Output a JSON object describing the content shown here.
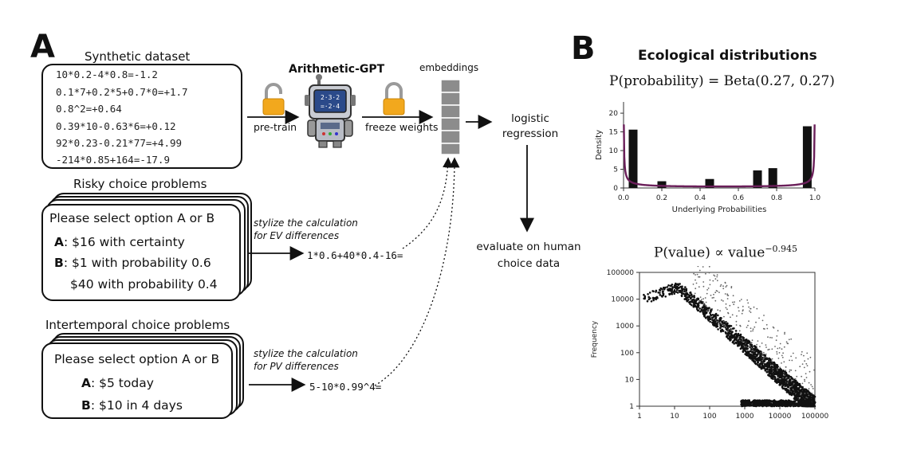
{
  "panel_a": {
    "letter": "A",
    "synthetic_title": "Synthetic dataset",
    "synthetic_lines": [
      "10*0.2-4*0.8=-1.2",
      "0.1*7+0.2*5+0.7*0=+1.7",
      "0.8^2=+0.64",
      "0.39*10-0.63*6=+0.12",
      "92*0.23-0.21*77=+4.99",
      "-214*0.85+164=-17.9"
    ],
    "pretrain_label": "pre-train",
    "model_name": "Arithmetic-GPT",
    "freeze_label": "freeze weights",
    "embeddings_label": "embeddings",
    "logreg_label": [
      "logistic",
      "regression"
    ],
    "evaluate_label": [
      "evaluate on human",
      "choice data"
    ],
    "risky_title": "Risky choice problems",
    "risky_prompt": "Please select option A or B",
    "risky_a_key": "A",
    "risky_a_text": ": $16 with certainty",
    "risky_b_key": "B",
    "risky_b_text": ": $1 with probability 0.6",
    "risky_b2_text": "$40 with probability 0.4",
    "risky_stylize": [
      "stylize the calculation",
      "for EV differences"
    ],
    "risky_calc": "1*0.6+40*0.4-16=",
    "inter_title": "Intertemporal choice problems",
    "inter_prompt": "Please select option A or B",
    "inter_a_key": "A",
    "inter_a_text": ": $5 today",
    "inter_b_key": "B",
    "inter_b_text": ": $10 in 4 days",
    "inter_stylize": [
      "stylize the calculation",
      "for PV differences"
    ],
    "inter_calc": "5-10*0.99^4="
  },
  "panel_b": {
    "letter": "B",
    "title": "Ecological distributions",
    "colors": {
      "beta_curve": "#6b1f5a",
      "bars": "#111111"
    }
  },
  "chart_data": [
    {
      "type": "bar",
      "title": "P(probability) = Beta(0.27, 0.27)",
      "xlabel": "Underlying Probabilities",
      "ylabel": "Density",
      "xlim": [
        0,
        1
      ],
      "ylim": [
        0,
        23
      ],
      "x_ticks": [
        "0.0",
        "0.2",
        "0.4",
        "0.6",
        "0.8",
        "1.0"
      ],
      "y_ticks": [
        "0",
        "5",
        "10",
        "15",
        "20"
      ],
      "bars": [
        {
          "x": 0.05,
          "value": 15.6
        },
        {
          "x": 0.2,
          "value": 1.8
        },
        {
          "x": 0.45,
          "value": 2.4
        },
        {
          "x": 0.7,
          "value": 4.7
        },
        {
          "x": 0.78,
          "value": 5.3
        },
        {
          "x": 0.96,
          "value": 16.5
        }
      ],
      "curve": {
        "name": "",
        "alpha": 0.27,
        "beta": 0.27
      }
    },
    {
      "type": "scatter",
      "title": "P(value) ∝ value^−0.945",
      "xlabel": "",
      "ylabel": "Frequency",
      "xscale": "log",
      "yscale": "log",
      "xlim": [
        1,
        100000
      ],
      "ylim": [
        1,
        100000
      ],
      "x_ticks": [
        "1",
        "10",
        "100",
        "1000",
        "10000",
        "100000"
      ],
      "y_ticks": [
        "1",
        "10",
        "100",
        "1000",
        "10000",
        "100000"
      ],
      "exponent": -0.945
    }
  ]
}
